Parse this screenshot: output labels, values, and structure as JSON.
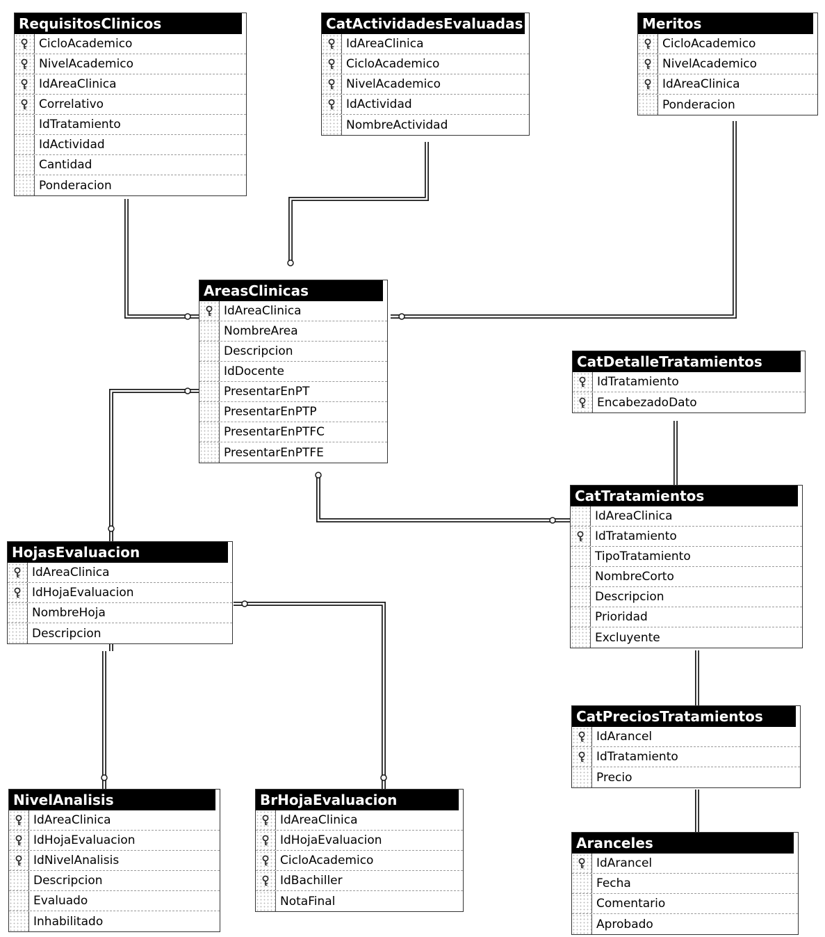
{
  "tables": [
    {
      "name": "RequisitosClinicos",
      "columns": [
        {
          "name": "CicloAcademico",
          "key": true
        },
        {
          "name": "NivelAcademico",
          "key": true
        },
        {
          "name": "IdAreaClinica",
          "key": true
        },
        {
          "name": "Correlativo",
          "key": true
        },
        {
          "name": "IdTratamiento",
          "key": false
        },
        {
          "name": "IdActividad",
          "key": false
        },
        {
          "name": "Cantidad",
          "key": false
        },
        {
          "name": "Ponderacion",
          "key": false
        }
      ]
    },
    {
      "name": "CatActividadesEvaluadas",
      "columns": [
        {
          "name": "IdAreaClinica",
          "key": true
        },
        {
          "name": "CicloAcademico",
          "key": true
        },
        {
          "name": "NivelAcademico",
          "key": true
        },
        {
          "name": "IdActividad",
          "key": true
        },
        {
          "name": "NombreActividad",
          "key": false
        }
      ]
    },
    {
      "name": "Meritos",
      "columns": [
        {
          "name": "CicloAcademico",
          "key": true
        },
        {
          "name": "NivelAcademico",
          "key": true
        },
        {
          "name": "IdAreaClinica",
          "key": true
        },
        {
          "name": "Ponderacion",
          "key": false
        }
      ]
    },
    {
      "name": "AreasClinicas",
      "columns": [
        {
          "name": "IdAreaClinica",
          "key": true
        },
        {
          "name": "NombreArea",
          "key": false
        },
        {
          "name": "Descripcion",
          "key": false
        },
        {
          "name": "IdDocente",
          "key": false
        },
        {
          "name": "PresentarEnPT",
          "key": false
        },
        {
          "name": "PresentarEnPTP",
          "key": false
        },
        {
          "name": "PresentarEnPTFC",
          "key": false
        },
        {
          "name": "PresentarEnPTFE",
          "key": false
        }
      ]
    },
    {
      "name": "CatDetalleTratamientos",
      "columns": [
        {
          "name": "IdTratamiento",
          "key": true
        },
        {
          "name": "EncabezadoDato",
          "key": true
        }
      ]
    },
    {
      "name": "CatTratamientos",
      "columns": [
        {
          "name": "IdAreaClinica",
          "key": false
        },
        {
          "name": "IdTratamiento",
          "key": true
        },
        {
          "name": "TipoTratamiento",
          "key": false
        },
        {
          "name": "NombreCorto",
          "key": false
        },
        {
          "name": "Descripcion",
          "key": false
        },
        {
          "name": "Prioridad",
          "key": false
        },
        {
          "name": "Excluyente",
          "key": false
        }
      ]
    },
    {
      "name": "HojasEvaluacion",
      "columns": [
        {
          "name": "IdAreaClinica",
          "key": true
        },
        {
          "name": "IdHojaEvaluacion",
          "key": true
        },
        {
          "name": "NombreHoja",
          "key": false
        },
        {
          "name": "Descripcion",
          "key": false
        }
      ]
    },
    {
      "name": "CatPreciosTratamientos",
      "columns": [
        {
          "name": "IdArancel",
          "key": true
        },
        {
          "name": "IdTratamiento",
          "key": true
        },
        {
          "name": "Precio",
          "key": false
        }
      ]
    },
    {
      "name": "NivelAnalisis",
      "columns": [
        {
          "name": "IdAreaClinica",
          "key": true
        },
        {
          "name": "IdHojaEvaluacion",
          "key": true
        },
        {
          "name": "IdNivelAnalisis",
          "key": true
        },
        {
          "name": "Descripcion",
          "key": false
        },
        {
          "name": "Evaluado",
          "key": false
        },
        {
          "name": "Inhabilitado",
          "key": false
        }
      ]
    },
    {
      "name": "BrHojaEvaluacion",
      "columns": [
        {
          "name": "IdAreaClinica",
          "key": true
        },
        {
          "name": "IdHojaEvaluacion",
          "key": true
        },
        {
          "name": "CicloAcademico",
          "key": true
        },
        {
          "name": "IdBachiller",
          "key": true
        },
        {
          "name": "NotaFinal",
          "key": false
        }
      ]
    },
    {
      "name": "Aranceles",
      "columns": [
        {
          "name": "IdArancel",
          "key": true
        },
        {
          "name": "Fecha",
          "key": false
        },
        {
          "name": "Comentario",
          "key": false
        },
        {
          "name": "Aprobado",
          "key": false
        }
      ]
    }
  ],
  "relationships": [
    {
      "from": "RequisitosClinicos",
      "to": "AreasClinicas"
    },
    {
      "from": "CatActividadesEvaluadas",
      "to": "AreasClinicas"
    },
    {
      "from": "Meritos",
      "to": "AreasClinicas"
    },
    {
      "from": "HojasEvaluacion",
      "to": "AreasClinicas"
    },
    {
      "from": "CatTratamientos",
      "to": "AreasClinicas"
    },
    {
      "from": "CatDetalleTratamientos",
      "to": "CatTratamientos"
    },
    {
      "from": "CatPreciosTratamientos",
      "to": "CatTratamientos"
    },
    {
      "from": "CatPreciosTratamientos",
      "to": "Aranceles"
    },
    {
      "from": "NivelAnalisis",
      "to": "HojasEvaluacion"
    },
    {
      "from": "BrHojaEvaluacion",
      "to": "HojasEvaluacion"
    }
  ],
  "icons": {
    "key": "key-icon",
    "column": "column-icon"
  }
}
